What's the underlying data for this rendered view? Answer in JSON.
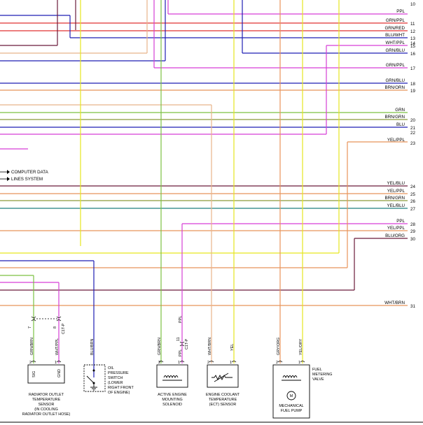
{
  "colors": {
    "grn": "#7cc142",
    "ppl": "#d63fd6",
    "blu": "#1f1fb4",
    "wht": "#e8b48a",
    "yel": "#e6e61e",
    "brn": "#6b1a3a",
    "red": "#e03030",
    "org": "#e8945a",
    "gry": "#9a9a9a",
    "brngrn": "#8a9a3a"
  },
  "right_labels": [
    {
      "num": "10",
      "text": ""
    },
    {
      "num": "",
      "text": "PPL"
    },
    {
      "num": "11",
      "text": "GRN/PPL"
    },
    {
      "num": "12",
      "text": "GRN/RED"
    },
    {
      "num": "13",
      "text": "BLU/WHT"
    },
    {
      "num": "14",
      "text": ""
    },
    {
      "num": "15",
      "text": "WHT/PPL"
    },
    {
      "num": "16",
      "text": "GRN/BLU"
    },
    {
      "num": "17",
      "text": "GRN/PPL"
    },
    {
      "num": "18",
      "text": "GRN/BLU"
    },
    {
      "num": "19",
      "text": "BRN/ORN"
    },
    {
      "num": "",
      "text": "GRN"
    },
    {
      "num": "20",
      "text": "BRN/GRN"
    },
    {
      "num": "21",
      "text": "BLU"
    },
    {
      "num": "22",
      "text": ""
    },
    {
      "num": "23",
      "text": "YEL/PPL"
    },
    {
      "num": "24",
      "text": "YEL/BLU"
    },
    {
      "num": "25",
      "text": "YEL/PPL"
    },
    {
      "num": "26",
      "text": "BRN/GRN"
    },
    {
      "num": "27",
      "text": "YEL/BLU"
    },
    {
      "num": "28",
      "text": "PPL"
    },
    {
      "num": "29",
      "text": "YEL/PPL"
    },
    {
      "num": "30",
      "text": "BLU/ORG"
    },
    {
      "num": "31",
      "text": "WHT/BRN"
    }
  ],
  "legend": {
    "line1": "COMPUTER DATA",
    "line2": "LINES SYSTEM"
  },
  "wires": {
    "grnbrn1": "GRN/BRN",
    "whtppl": "WHT/PPL",
    "ct1p": "C1T-P",
    "blubrn": "BLU/BRN",
    "grnbrn2": "GRN/BRN",
    "ppl": "PPL",
    "ct1p2": "C1T-P",
    "pin11": "11",
    "whtbrn": "WHT/BRN",
    "yel": "YEL",
    "gryorg": "GRY/ORG",
    "yelory": "YEL/ORY",
    "pin7": "7",
    "pin8": "8"
  },
  "pins": {
    "p2": "2",
    "p1": "1",
    "sig": "SIG",
    "gnd": "GND"
  },
  "components": {
    "radiator": [
      "RADIATOR OUTLET",
      "TEMPERATURE",
      "SENSOR",
      "(IN COOLING",
      "RADIATOR OUTLET HOSE)"
    ],
    "oil": [
      "OIL",
      "PRESSURE",
      "SWITCH",
      "(LOWER",
      "RIGHT FRONT",
      "OF ENGINE)"
    ],
    "mount": [
      "ACTIVE ENGINE",
      "MOUNTING",
      "SOLENOID"
    ],
    "ect": [
      "ENGINE COOLANT",
      "TEMPERATURE",
      "(ECT) SENSOR"
    ],
    "fmv": [
      "FUEL",
      "METERING",
      "VALVE"
    ],
    "pump": [
      "MECHANICAL",
      "FUEL PUMP"
    ],
    "motor_symbol": "M"
  }
}
